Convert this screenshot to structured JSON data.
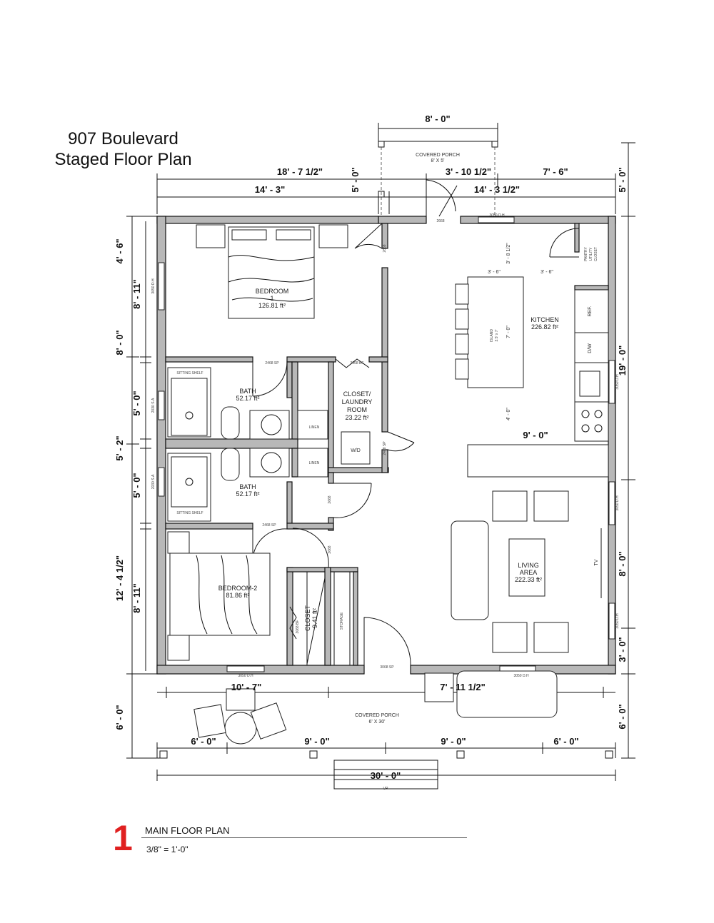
{
  "title": {
    "line1": "907 Boulevard",
    "line2": "Staged Floor Plan"
  },
  "legend": {
    "number": "1",
    "title": "MAIN FLOOR PLAN",
    "scale": "3/8\" = 1'-0\""
  },
  "dimensions": {
    "porch_width": "8' - 0\"",
    "top_left_overall": "18' - 7 1/2\"",
    "top_mid": "3' - 10 1/2\"",
    "top_right": "7' - 6\"",
    "top_left_inner": "14' - 3\"",
    "top_right_inner": "14' - 3 1/2\"",
    "porch_depth_left": "5' - 0\"",
    "porch_depth_right": "5' - 0\"",
    "left_outer": [
      "4' - 6\"",
      "8' - 0\"",
      "5' - 2\"",
      "12' - 4 1/2\""
    ],
    "left_inner": [
      "8' - 11\"",
      "5' - 0\"",
      "5' - 0\"",
      "8' - 11\""
    ],
    "left_porch": "6' - 0\"",
    "right_overall": "19' - 0\"",
    "right_lower": [
      "8' - 0\"",
      "3' - 0\""
    ],
    "right_porch": "6' - 0\"",
    "bottom_segments": [
      "6' - 0\"",
      "9' - 0\"",
      "9' - 0\"",
      "6' - 0\""
    ],
    "bottom_overall": "30' - 0\"",
    "bottom_upper_left": "10' - 7\"",
    "bottom_upper_right": "7' - 11 1/2\"",
    "kitchen_width": "9' - 0\"",
    "kitchen_3_6_a": "3' - 6\"",
    "kitchen_3_6_b": "3' - 6\"",
    "kitchen_3_8": "3' - 8 1/2\"",
    "kitchen_4_0": "4' - 0\"",
    "island_7_0": "7' - 0\""
  },
  "rooms": {
    "bedroom1": {
      "name": "BEDROOM",
      "num": "1",
      "area": "126.81 ft²"
    },
    "bath1": {
      "name": "BATH",
      "area": "52.17 ft²"
    },
    "bath2": {
      "name": "BATH",
      "area": "52.17 ft²"
    },
    "closet_laundry": {
      "l1": "CLOSET/",
      "l2": "LAUNDRY",
      "l3": "ROOM",
      "area": "23.22 ft²"
    },
    "bedroom2": {
      "name": "BEDROOM-2",
      "area": "81.86 ft²"
    },
    "closet2": {
      "name": "CLOSET",
      "area": "9.41 ft²"
    },
    "kitchen": {
      "name": "KITCHEN",
      "area": "226.82 ft²"
    },
    "living": {
      "l1": "LIVING",
      "l2": "AREA",
      "area": "222.33 ft²"
    },
    "front_porch": {
      "name": "COVERED PORCH",
      "size": "8' X 5'"
    },
    "rear_porch": {
      "name": "COVERED PORCH",
      "size": "6' X 30'"
    }
  },
  "labels": {
    "pantry": [
      "PANTRY",
      "UTILITY",
      "CLOSET"
    ],
    "ref": "REF.",
    "dw": "D/W",
    "tv": "TV",
    "island": [
      "ISLAND",
      "3.5' x 7'"
    ],
    "sitting_shelf_1": "SITTING SHELF",
    "sitting_shelf_2": "SITTING SHELF",
    "linen_1": "LINEN",
    "linen_2": "LINEN",
    "wd": "W/D",
    "storage": "STORAGE",
    "up": "UP",
    "door_2668_top": "2668",
    "door_2668_bed1": "2668",
    "door_2468_bath1": "2468 SP",
    "door_3068_bf": "3068 BF",
    "door_2468_sp_laundry": "2468 SP",
    "door_2668_hall": "2668",
    "door_2468_bath2": "2468 SP",
    "door_2668_bed2": "2668",
    "door_3068_bf_closet": "3068 BF",
    "door_3068_sp": "3068 SP",
    "win_3050_top": "3050 D.H",
    "win_3050_left": "3050 D.H",
    "win_2030_bath1": "2030 S.A",
    "win_2030_bath2": "2030 S.A",
    "win_3050_bed2": "3050 D.H",
    "win_3050_kitchen": "3050 D.H",
    "win_3050_living": "3050 D.H",
    "win_3050_living2": "3050 D.H",
    "win_3050_bottom": "3050 D.H"
  }
}
